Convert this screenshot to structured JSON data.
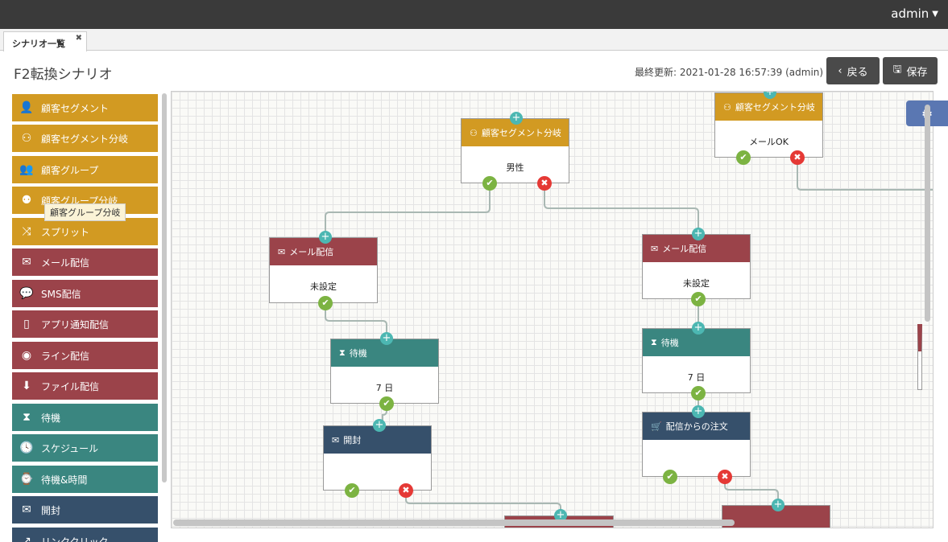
{
  "header": {
    "user": "admin"
  },
  "tabs": [
    {
      "label": "シナリオ一覧"
    }
  ],
  "page": {
    "title": "F2転換シナリオ",
    "last_updated": "最終更新: 2021-01-28 16:57:39 (admin)",
    "back_label": "戻る",
    "save_label": "保存"
  },
  "palette": {
    "tooltip": "顧客グループ分岐",
    "items": [
      {
        "label": "顧客セグメント",
        "icon": "person-icon",
        "color": "#d29a22"
      },
      {
        "label": "顧客セグメント分岐",
        "icon": "person-branch-icon",
        "color": "#d29a22"
      },
      {
        "label": "顧客グループ",
        "icon": "group-icon",
        "color": "#d29a22"
      },
      {
        "label": "顧客グループ分岐",
        "icon": "group-branch-icon",
        "color": "#d29a22"
      },
      {
        "label": "スプリット",
        "icon": "shuffle-icon",
        "color": "#d29a22"
      },
      {
        "label": "メール配信",
        "icon": "envelope-icon",
        "color": "#9b434a"
      },
      {
        "label": "SMS配信",
        "icon": "sms-icon",
        "color": "#9b434a"
      },
      {
        "label": "アプリ通知配信",
        "icon": "phone-icon",
        "color": "#9b434a"
      },
      {
        "label": "ライン配信",
        "icon": "line-icon",
        "color": "#9b434a"
      },
      {
        "label": "ファイル配信",
        "icon": "file-download-icon",
        "color": "#9b434a"
      },
      {
        "label": "待機",
        "icon": "hourglass-icon",
        "color": "#3a8680"
      },
      {
        "label": "スケジュール",
        "icon": "clock-icon",
        "color": "#3a8680"
      },
      {
        "label": "待機&時間",
        "icon": "watch-icon",
        "color": "#3a8680"
      },
      {
        "label": "開封",
        "icon": "open-envelope-icon",
        "color": "#36506b"
      },
      {
        "label": "リンククリック",
        "icon": "external-link-icon",
        "color": "#36506b"
      }
    ]
  },
  "flow": {
    "nodes": [
      {
        "title": "顧客セグメント分岐",
        "body": "男性",
        "icon": "person-branch-icon",
        "color": "#d29a22"
      },
      {
        "title": "顧客セグメント分岐",
        "body": "メールOK",
        "icon": "person-branch-icon",
        "color": "#d29a22"
      },
      {
        "title": "メール配信",
        "body": "未設定",
        "icon": "envelope-icon",
        "color": "#9b434a"
      },
      {
        "title": "メール配信",
        "body": "未設定",
        "icon": "envelope-icon",
        "color": "#9b434a"
      },
      {
        "title": "待機",
        "body": "7 日",
        "icon": "hourglass-icon",
        "color": "#3a8680"
      },
      {
        "title": "待機",
        "body": "7 日",
        "icon": "hourglass-icon",
        "color": "#3a8680"
      },
      {
        "title": "開封",
        "body": "",
        "icon": "open-envelope-icon",
        "color": "#36506b"
      },
      {
        "title": "配信からの注文",
        "body": "",
        "icon": "cart-icon",
        "color": "#36506b"
      }
    ]
  }
}
